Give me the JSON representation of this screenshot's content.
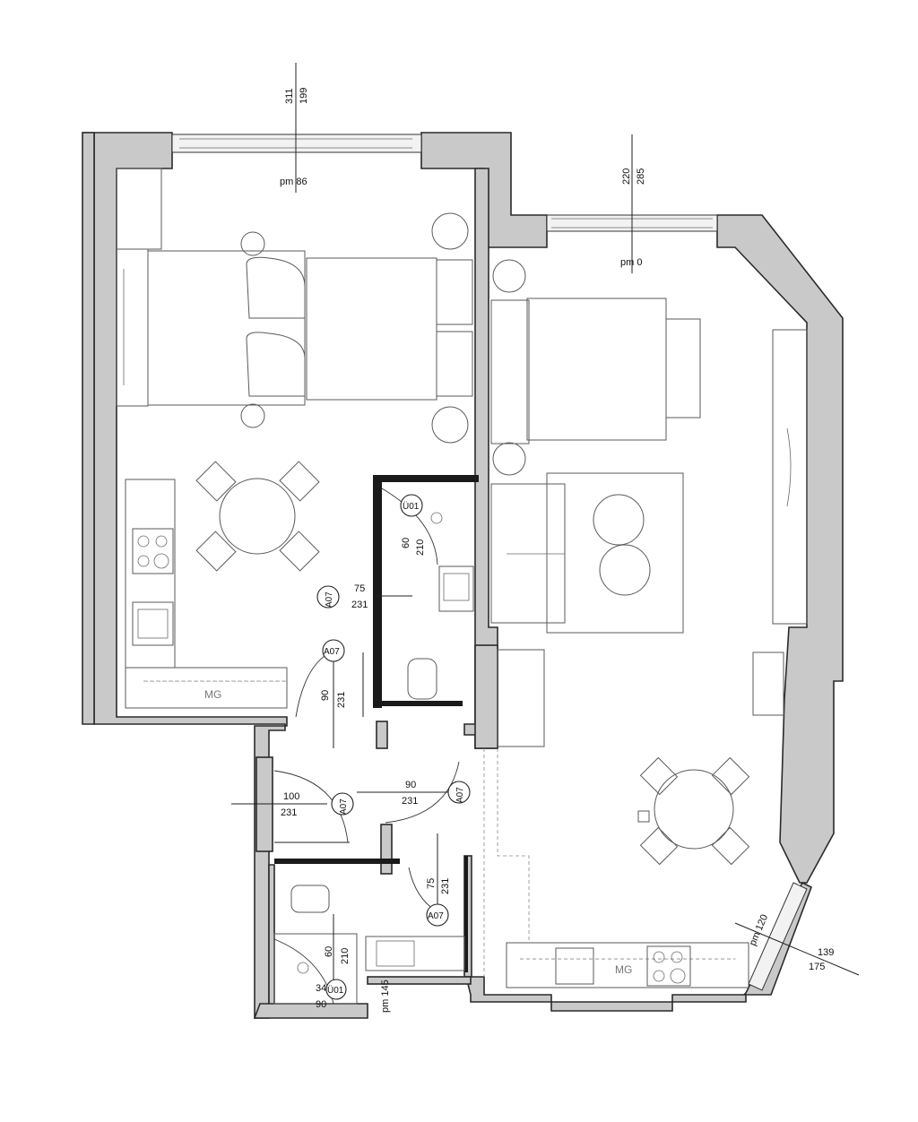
{
  "dimensions": {
    "top_window_height": "311",
    "top_window_sill": "199",
    "top_window_pm": "pm 86",
    "right_window_height": "220",
    "right_window_sill": "285",
    "right_window_pm": "pm 0",
    "bottom_right_window_pm": "pm 120",
    "bottom_right_window_w": "139",
    "bottom_right_window_h": "175",
    "bath_pm": "pm 145"
  },
  "tags": {
    "u01_top": "Ü01",
    "u01_bottom": "Ü01",
    "a07_kitchen": "A07",
    "a07_hall_top": "A07",
    "a07_hall_left": "A07",
    "a07_hall_right": "A07",
    "a07_bath": "A07"
  },
  "openings": {
    "wc_top": {
      "w": "60",
      "h": "210"
    },
    "kitchen_door": {
      "w": "75",
      "h": "231"
    },
    "hall_top": {
      "w": "90",
      "h": "231"
    },
    "hall_left": {
      "w": "100",
      "h": "231"
    },
    "hall_right": {
      "w": "90",
      "h": "231"
    },
    "bath_door": {
      "w": "75",
      "h": "231"
    },
    "bath_wc": {
      "w": "60",
      "h": "210"
    },
    "bath_bottom_a": "34",
    "bath_bottom_b": "90"
  },
  "labels": {
    "mg_left": "MG",
    "mg_right": "MG"
  }
}
